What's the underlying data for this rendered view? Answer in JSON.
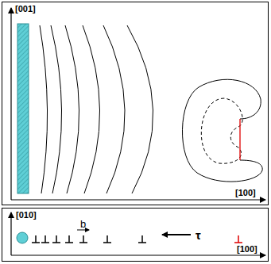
{
  "diagram": {
    "labels": [
      "[001]",
      "[100]",
      "[010]",
      "b",
      "τ",
      "[100]"
    ]
  }
}
